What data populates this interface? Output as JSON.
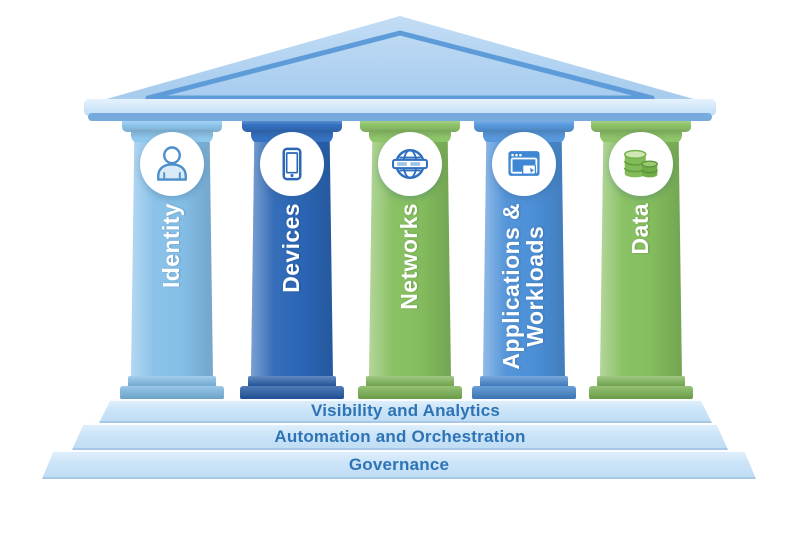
{
  "diagram_type": "five-pillar temple diagram",
  "pillars": [
    {
      "label": "Identity",
      "icon": "person-icon",
      "colors": {
        "shaft": "#85BFE8",
        "capital": "#8FC7ED",
        "plinth": "#7AB8E4"
      }
    },
    {
      "label": "Devices",
      "icon": "smartphone-icon",
      "colors": {
        "shaft": "#2B66B6",
        "capital": "#3571C1",
        "plinth": "#1F57A4"
      }
    },
    {
      "label": "Networks",
      "icon": "globe-icon",
      "colors": {
        "shaft": "#85BE5E",
        "capital": "#8FC569",
        "plinth": "#77B04F"
      }
    },
    {
      "label": "Applications &\nWorkloads",
      "icon": "app-window-icon",
      "colors": {
        "shaft": "#4C90D8",
        "capital": "#5899DE",
        "plinth": "#3F83CC"
      }
    },
    {
      "label": "Data",
      "icon": "database-icon",
      "colors": {
        "shaft": "#85BE5E",
        "capital": "#8FC569",
        "plinth": "#77B04F"
      }
    }
  ],
  "steps": [
    {
      "label": "Visibility and Analytics"
    },
    {
      "label": "Automation and Orchestration"
    },
    {
      "label": "Governance"
    }
  ],
  "colors": {
    "background": "#FFFFFF",
    "roof_fill": "#A9CDEF",
    "roof_inner_line": "#5E9CD9",
    "cornice_fill": "#CFE5F8",
    "cornice_shadow": "#77ABDE",
    "step_fill": "#CBE4F8",
    "step_text": "#2E74B5",
    "pillar_label_text": "#FFFFFF"
  }
}
